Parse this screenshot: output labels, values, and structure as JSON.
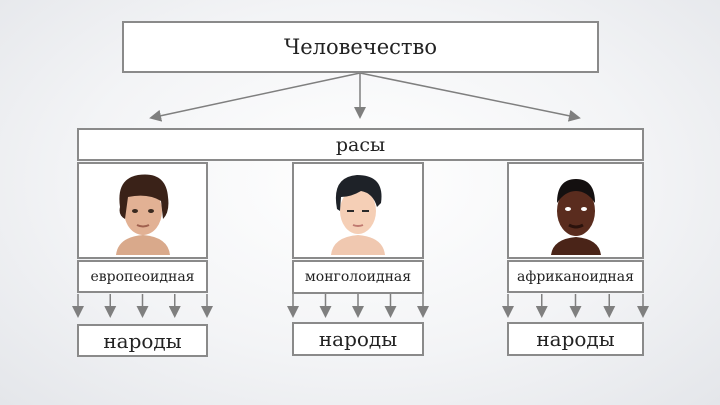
{
  "title": "Человечество",
  "races_label": "расы",
  "columns": [
    {
      "race": "европеоидная",
      "peoples": "народы",
      "image": "caucasian-face"
    },
    {
      "race": "монголоидная",
      "peoples": "народы",
      "image": "mongoloid-face"
    },
    {
      "race": "африканоидная",
      "peoples": "народы",
      "image": "african-face"
    }
  ],
  "colors": {
    "border": "#8a8a8a",
    "arrow": "#7f7f7f"
  }
}
